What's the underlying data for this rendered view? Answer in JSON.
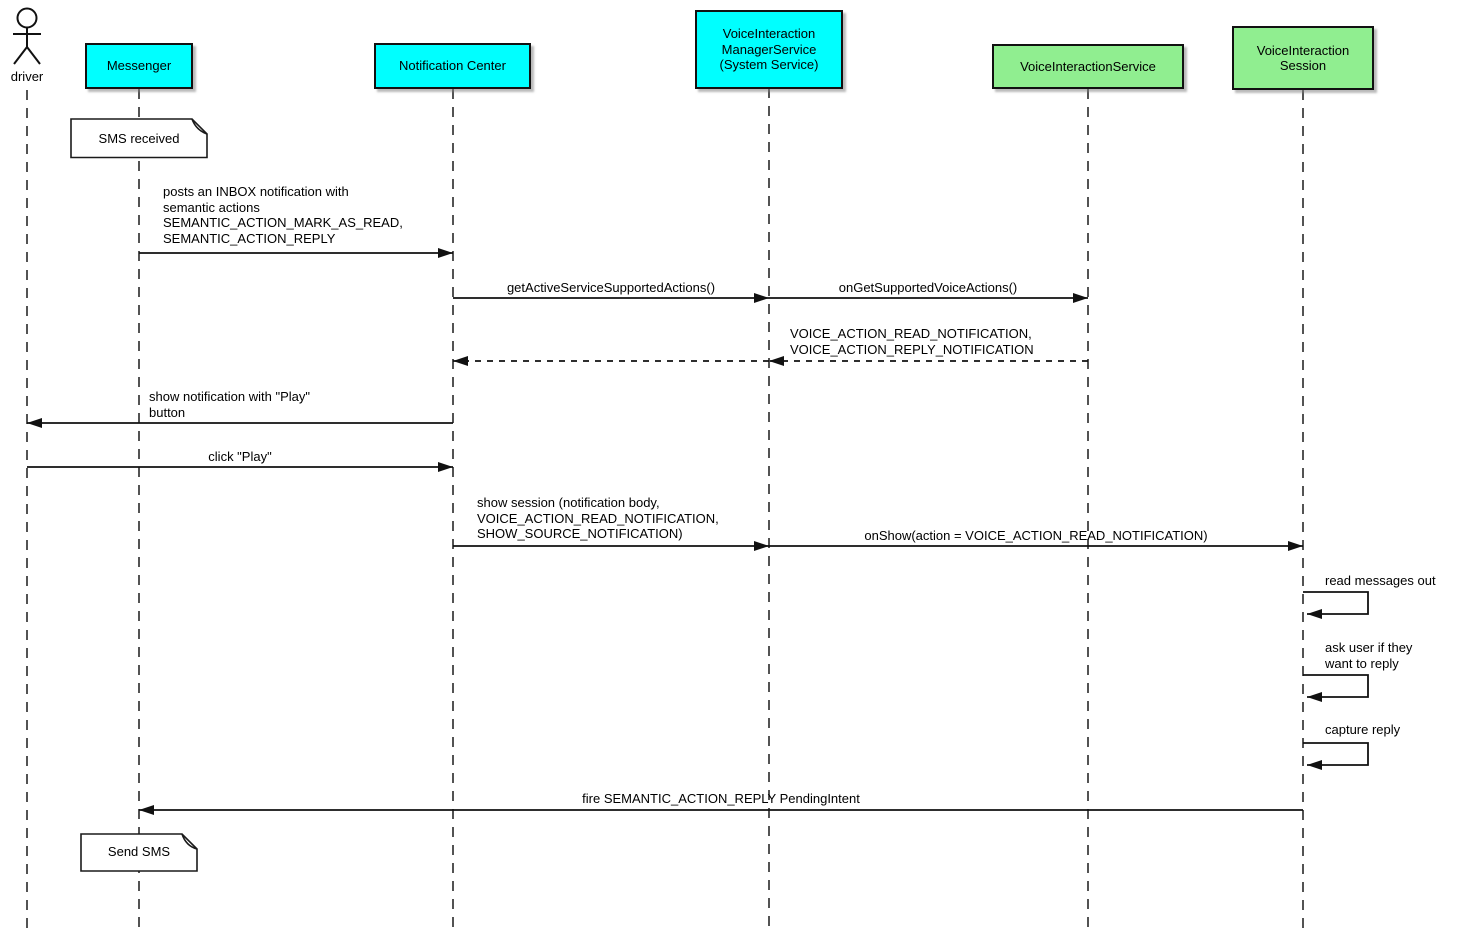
{
  "actor": {
    "name": "driver"
  },
  "participants": [
    {
      "id": "messenger",
      "label": "Messenger",
      "color": "#00FFFF"
    },
    {
      "id": "notification-center",
      "label": "Notification Center",
      "color": "#00FFFF"
    },
    {
      "id": "voice-interaction-manager-service",
      "label": "VoiceInteraction\nManagerService\n(System Service)",
      "color": "#00FFFF"
    },
    {
      "id": "voice-interaction-service",
      "label": "VoiceInteractionService",
      "color": "#90EE90"
    },
    {
      "id": "voice-interaction-session",
      "label": "VoiceInteraction\nSession",
      "color": "#90EE90"
    }
  ],
  "notes": [
    {
      "text": "SMS received"
    },
    {
      "text": "Send SMS"
    }
  ],
  "messages": [
    {
      "from": "Messenger",
      "to": "Notification Center",
      "style": "solid",
      "label": "posts an INBOX notification with\nsemantic actions\nSEMANTIC_ACTION_MARK_AS_READ,\nSEMANTIC_ACTION_REPLY"
    },
    {
      "from": "Notification Center",
      "to": "VoiceInteractionManagerService",
      "style": "solid",
      "label": "getActiveServiceSupportedActions()"
    },
    {
      "from": "VoiceInteractionManagerService",
      "to": "VoiceInteractionService",
      "style": "solid",
      "label": "onGetSupportedVoiceActions()"
    },
    {
      "from": "VoiceInteractionService",
      "to": "VoiceInteractionManagerService",
      "style": "dashed",
      "label": "VOICE_ACTION_READ_NOTIFICATION,\nVOICE_ACTION_REPLY_NOTIFICATION"
    },
    {
      "from": "VoiceInteractionManagerService",
      "to": "Notification Center",
      "style": "dashed",
      "label": ""
    },
    {
      "from": "Notification Center",
      "to": "driver",
      "style": "solid",
      "label": "show notification with \"Play\"\nbutton"
    },
    {
      "from": "driver",
      "to": "Notification Center",
      "style": "solid",
      "label": "click \"Play\""
    },
    {
      "from": "Notification Center",
      "to": "VoiceInteractionManagerService",
      "style": "solid",
      "label": "show session (notification body,\nVOICE_ACTION_READ_NOTIFICATION,\nSHOW_SOURCE_NOTIFICATION)"
    },
    {
      "from": "VoiceInteractionManagerService",
      "to": "VoiceInteractionSession",
      "style": "solid",
      "label": "onShow(action = VOICE_ACTION_READ_NOTIFICATION)"
    },
    {
      "from": "VoiceInteractionSession",
      "to": "VoiceInteractionSession",
      "style": "self",
      "label": "read messages out"
    },
    {
      "from": "VoiceInteractionSession",
      "to": "VoiceInteractionSession",
      "style": "self",
      "label": "ask user if they\nwant to reply"
    },
    {
      "from": "VoiceInteractionSession",
      "to": "VoiceInteractionSession",
      "style": "self",
      "label": "capture reply"
    },
    {
      "from": "VoiceInteractionSession",
      "to": "Messenger",
      "style": "solid",
      "label": "fire SEMANTIC_ACTION_REPLY PendingIntent"
    }
  ]
}
